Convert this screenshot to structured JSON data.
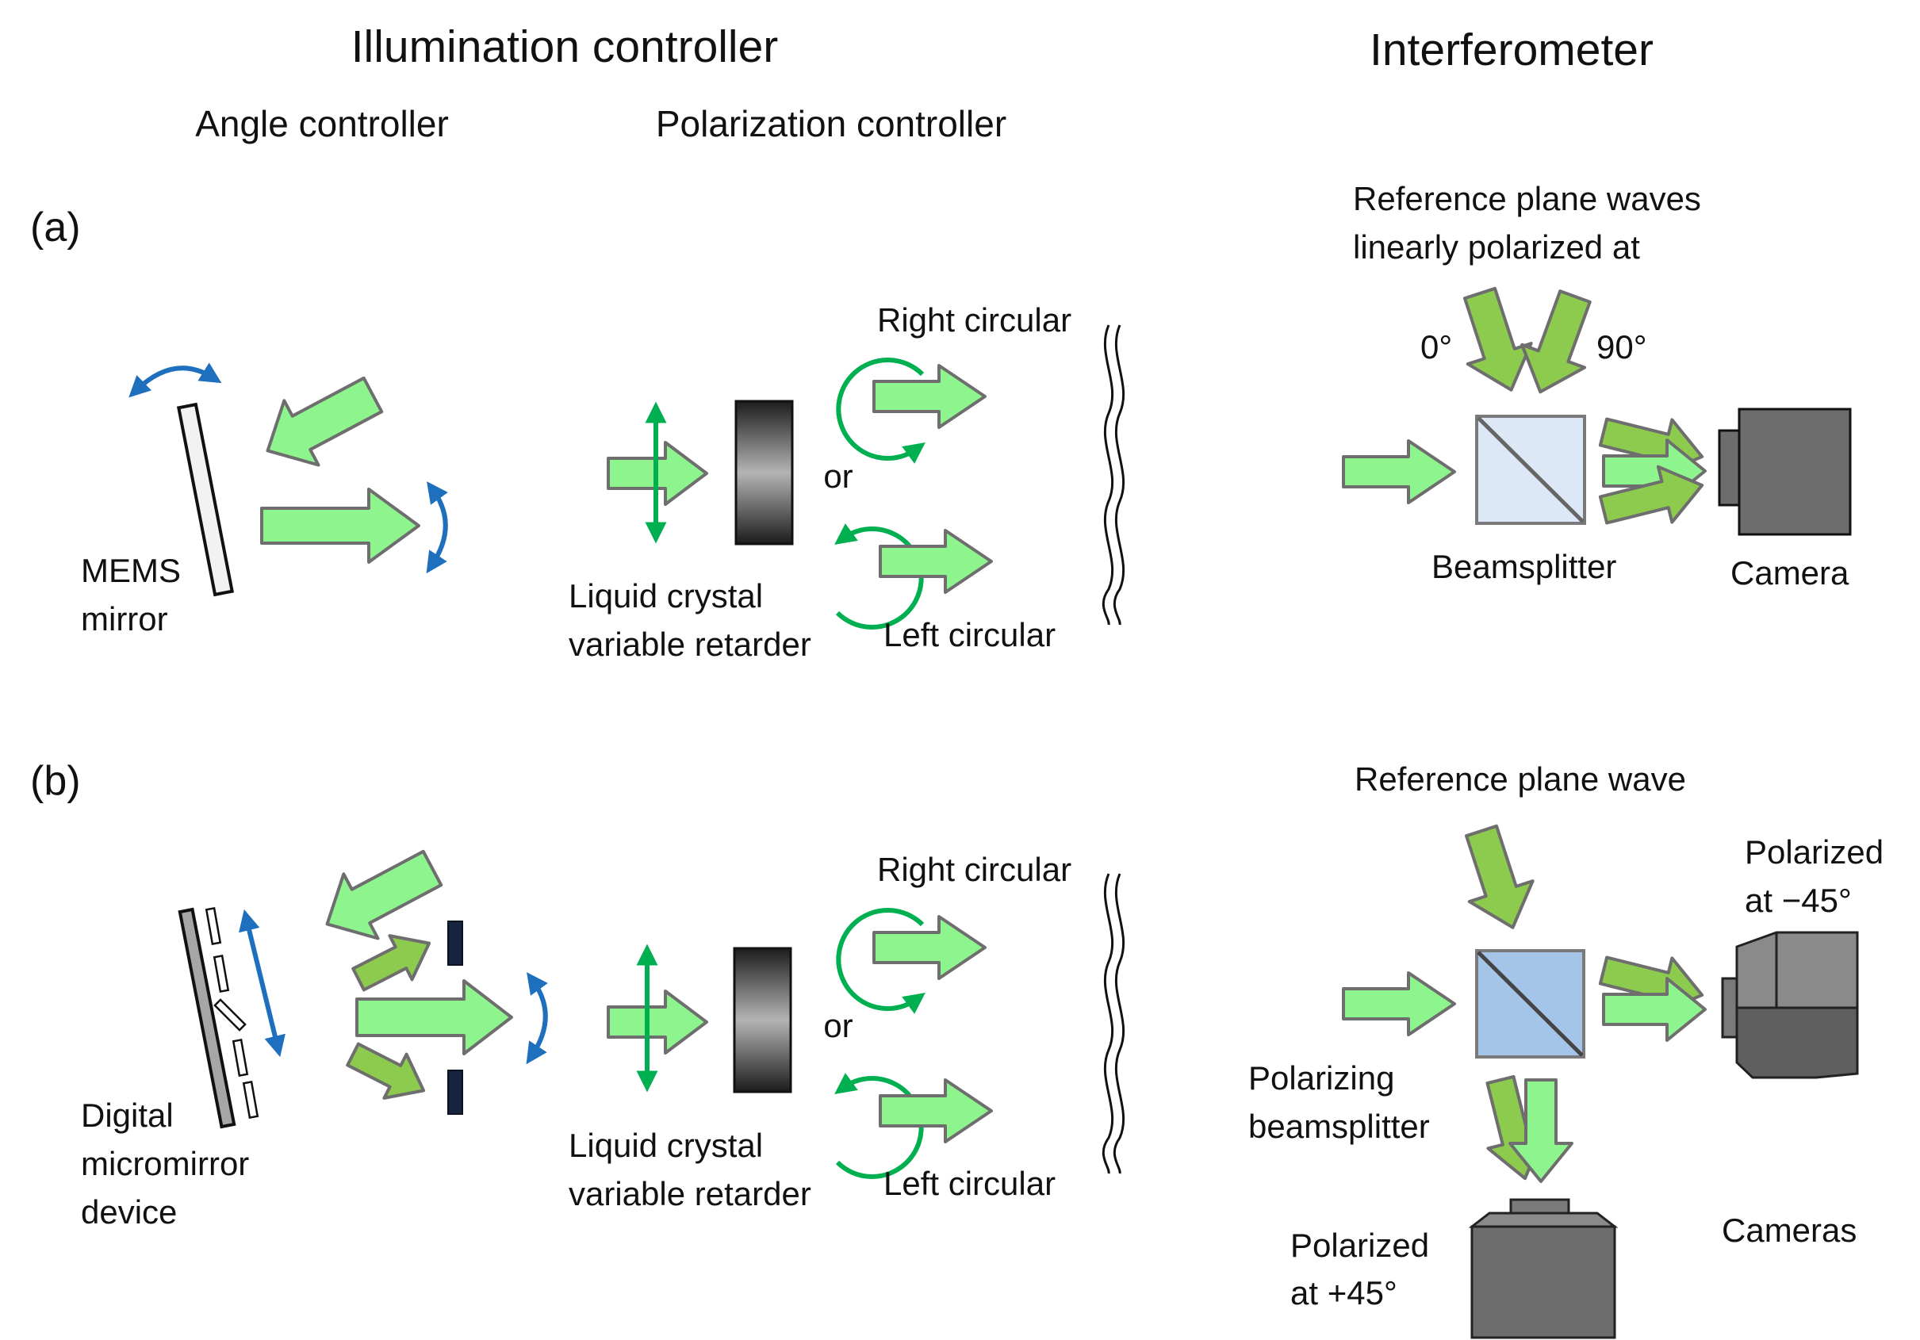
{
  "headers": {
    "illumination": "Illumination controller",
    "interferometer": "Interferometer",
    "angle": "Angle controller",
    "polarization": "Polarization controller"
  },
  "panel_a": {
    "label": "(a)",
    "mirror_line1": "MEMS",
    "mirror_line2": "mirror",
    "lc_line1": "Liquid crystal",
    "lc_line2": "variable retarder",
    "or": "or",
    "right": "Right circular",
    "left": "Left circular",
    "ref_line1": "Reference plane waves",
    "ref_line2": "linearly polarized at",
    "deg0": "0°",
    "deg90": "90°",
    "beamsplitter": "Beamsplitter",
    "camera": "Camera"
  },
  "panel_b": {
    "label": "(b)",
    "dmd_line1": "Digital",
    "dmd_line2": "micromirror",
    "dmd_line3": "device",
    "lc_line1": "Liquid crystal",
    "lc_line2": "variable retarder",
    "or": "or",
    "right": "Right circular",
    "left": "Left circular",
    "ref": "Reference plane wave",
    "pbs_line1": "Polarizing",
    "pbs_line2": "beamsplitter",
    "pol_neg_line1": "Polarized",
    "pol_neg_line2": "at −45°",
    "pol_pos_line1": "Polarized",
    "pol_pos_line2": "at +45°",
    "cameras": "Cameras"
  },
  "colors": {
    "beam_light": "#8ef58e",
    "beam_dark": "#8ccb4d",
    "rotation_arrow": "#1f6fbf",
    "polarization_arrow": "#00b050",
    "beamsplitter_a": "#dce8f5",
    "beamsplitter_b": "#a4c4e8",
    "camera": "#6d6d6d"
  }
}
